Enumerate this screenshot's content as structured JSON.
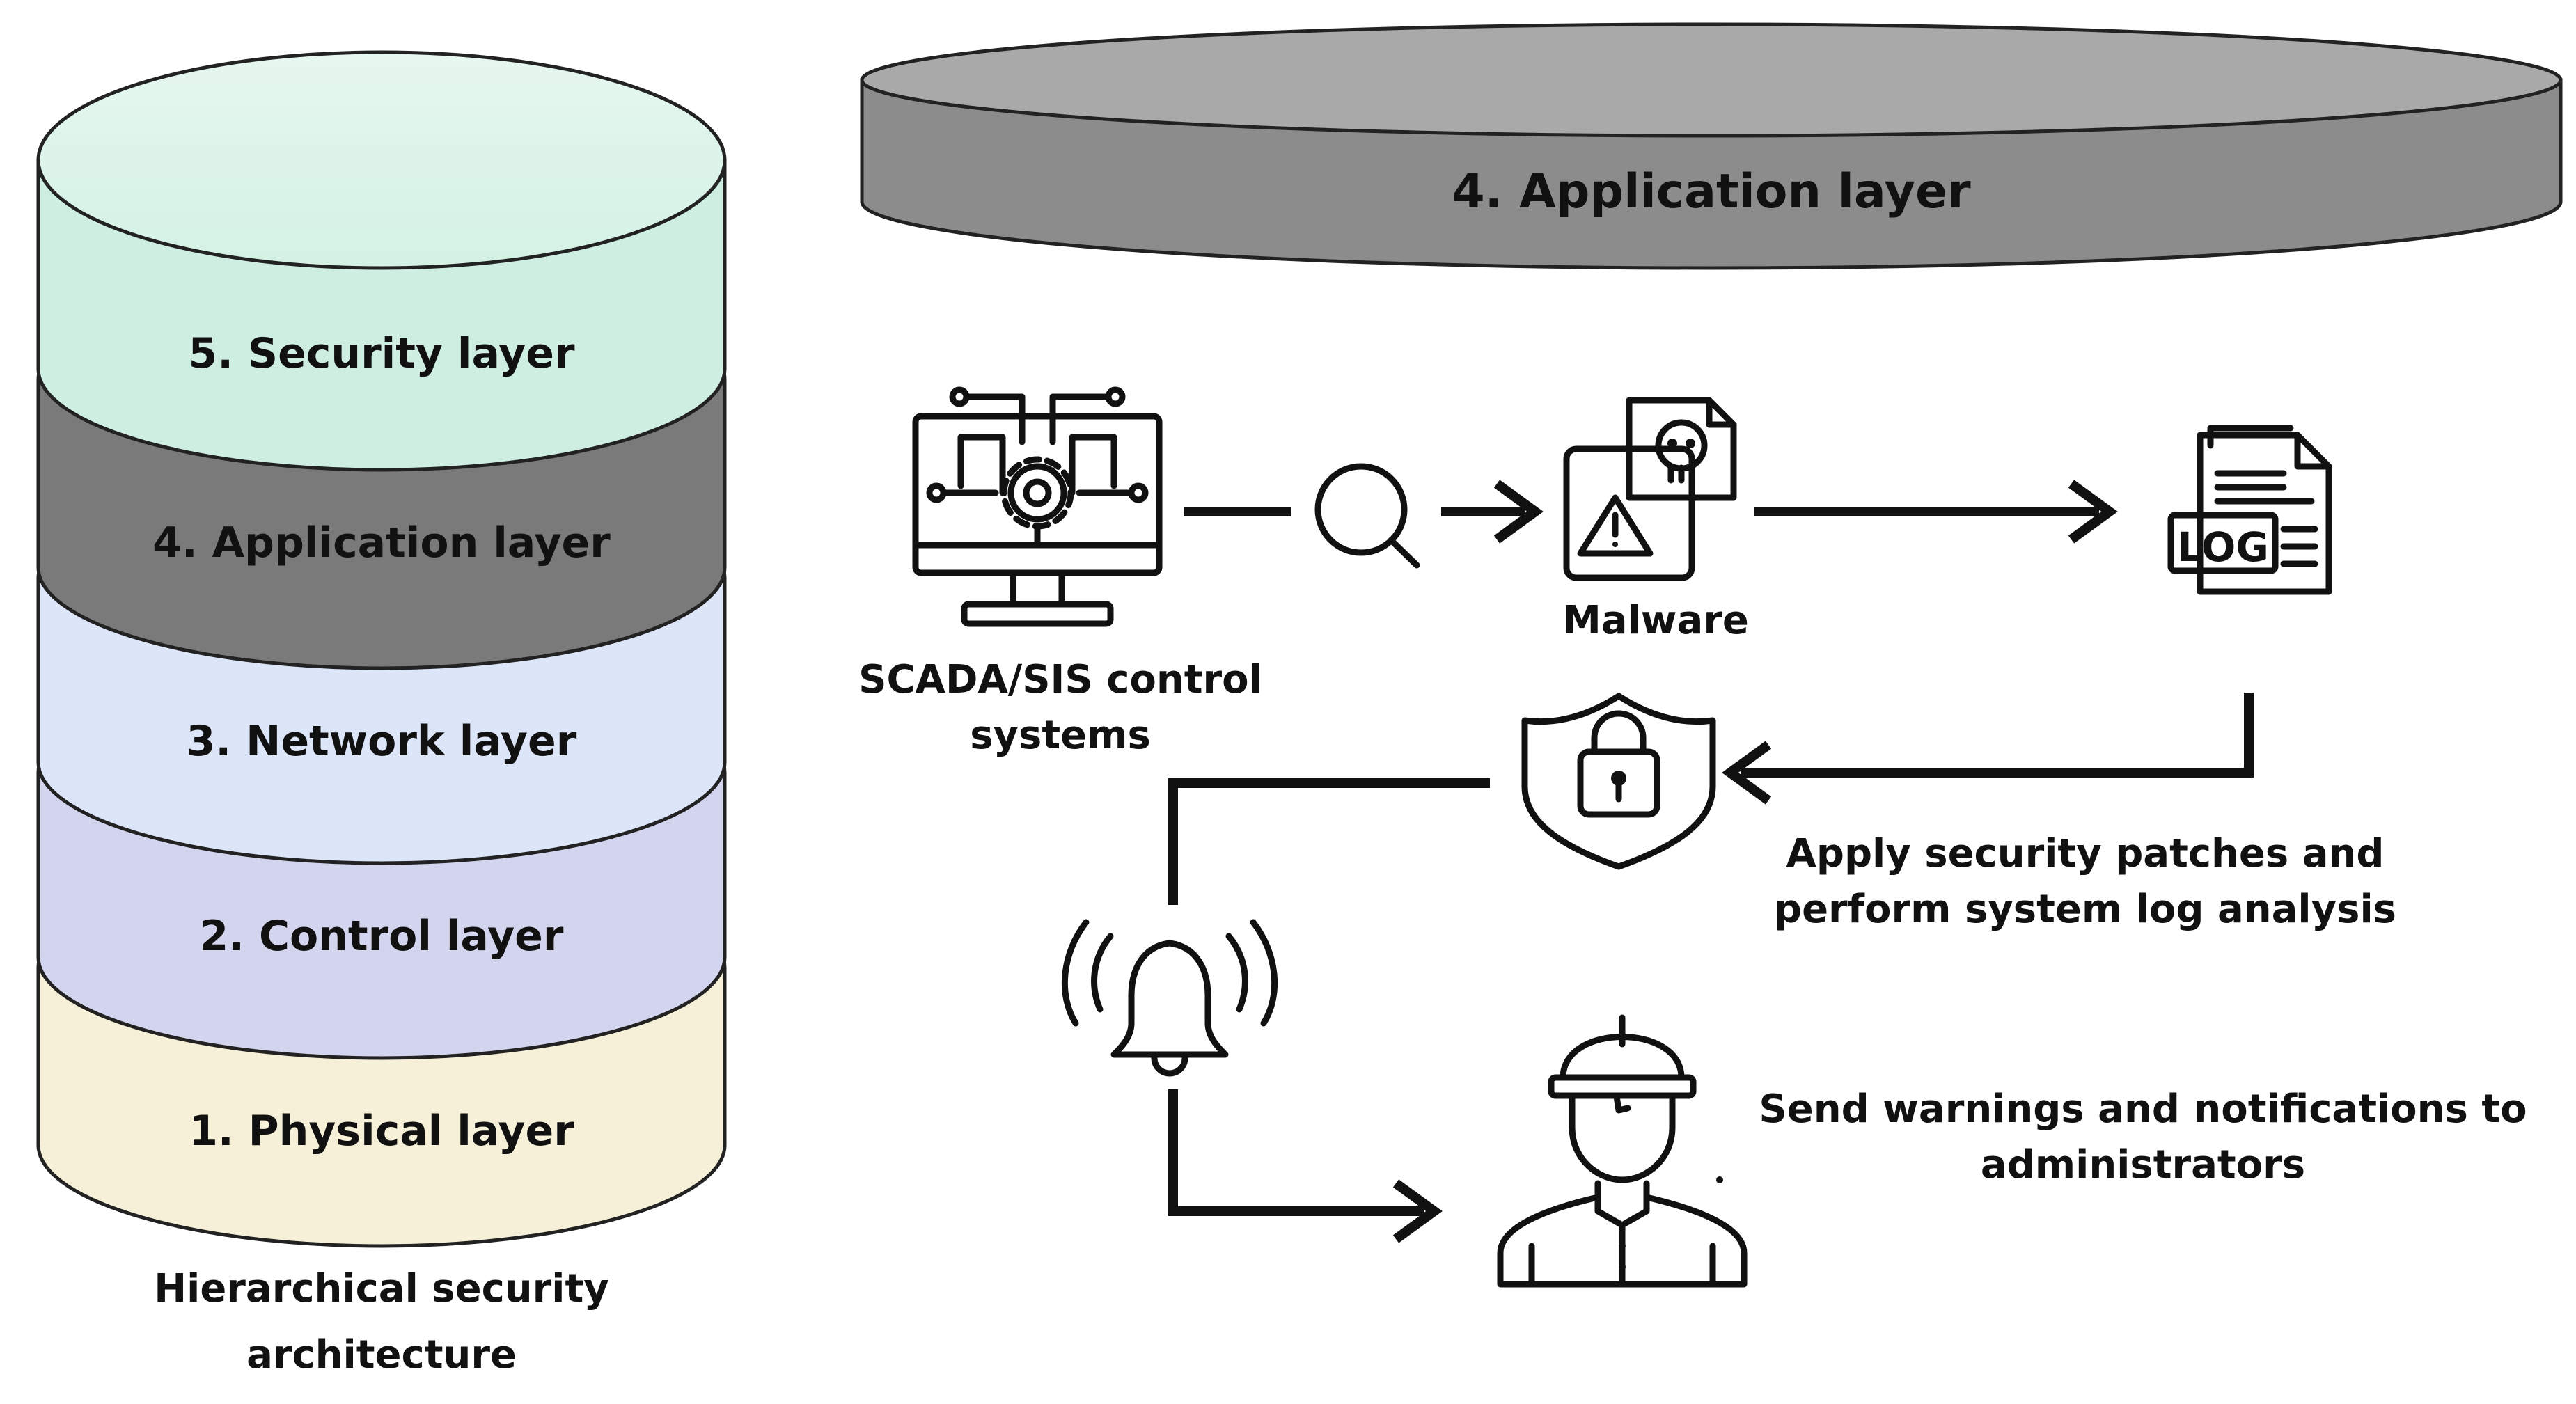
{
  "stack": {
    "title_line1": "Hierarchical security",
    "title_line2": "architecture",
    "layers": [
      {
        "label": "5. Security layer",
        "color": "#cdeee0"
      },
      {
        "label": "4. Application layer",
        "color": "#7a7a7a"
      },
      {
        "label": "3. Network layer",
        "color": "#dde5f8"
      },
      {
        "label": "2. Control layer",
        "color": "#d3d4ee"
      },
      {
        "label": "1. Physical layer",
        "color": "#f7f0d8"
      }
    ]
  },
  "banner": {
    "label": "4. Application layer",
    "color": "#8c8c8c"
  },
  "flow": {
    "scada_line1": "SCADA/SIS control",
    "scada_line2": "systems",
    "malware": "Malware",
    "log_text": "LOG",
    "patch_line1": "Apply security patches and",
    "patch_line2": "perform system log analysis",
    "notify_line1": "Send warnings and notifications to",
    "notify_line2": "administrators"
  },
  "icons": [
    "scada-monitor-icon",
    "magnifier-icon",
    "malware-file-icon",
    "log-file-icon",
    "shield-lock-icon",
    "alarm-bell-icon",
    "administrator-icon"
  ]
}
